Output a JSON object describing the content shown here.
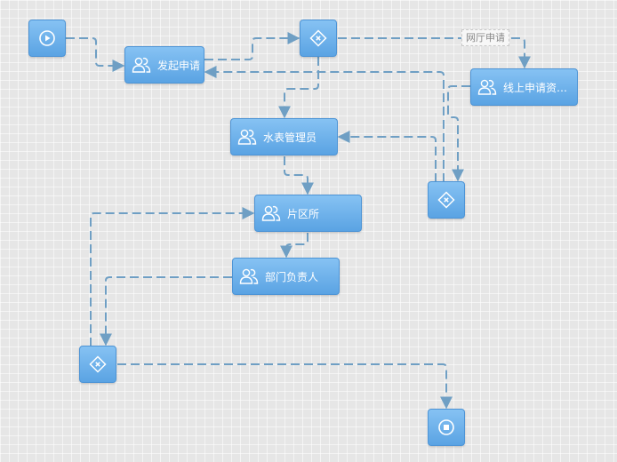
{
  "nodes": {
    "start": {
      "type": "start-event",
      "icon": "play-circle-icon"
    },
    "initiate": {
      "label": "发起申请",
      "icon": "users-icon"
    },
    "gateway_1": {
      "type": "exclusive-gateway",
      "icon": "gateway-x-icon"
    },
    "online_review": {
      "label": "线上申请资料…",
      "icon": "users-icon"
    },
    "water_admin": {
      "label": "水表管理员",
      "icon": "users-icon"
    },
    "gateway_2": {
      "type": "exclusive-gateway",
      "icon": "gateway-x-icon"
    },
    "district": {
      "label": "片区所",
      "icon": "users-icon"
    },
    "dept_head": {
      "label": "部门负责人",
      "icon": "users-icon"
    },
    "gateway_3": {
      "type": "exclusive-gateway",
      "icon": "gateway-x-icon"
    },
    "end": {
      "type": "end-event",
      "icon": "stop-circle-icon"
    }
  },
  "edges": {
    "online_hall_label": "网厅申请"
  },
  "colors": {
    "canvas": "#e6e6e6",
    "node_top": "#86c2f3",
    "node_bottom": "#5aa3e3",
    "edge": "#6f9fc4"
  }
}
